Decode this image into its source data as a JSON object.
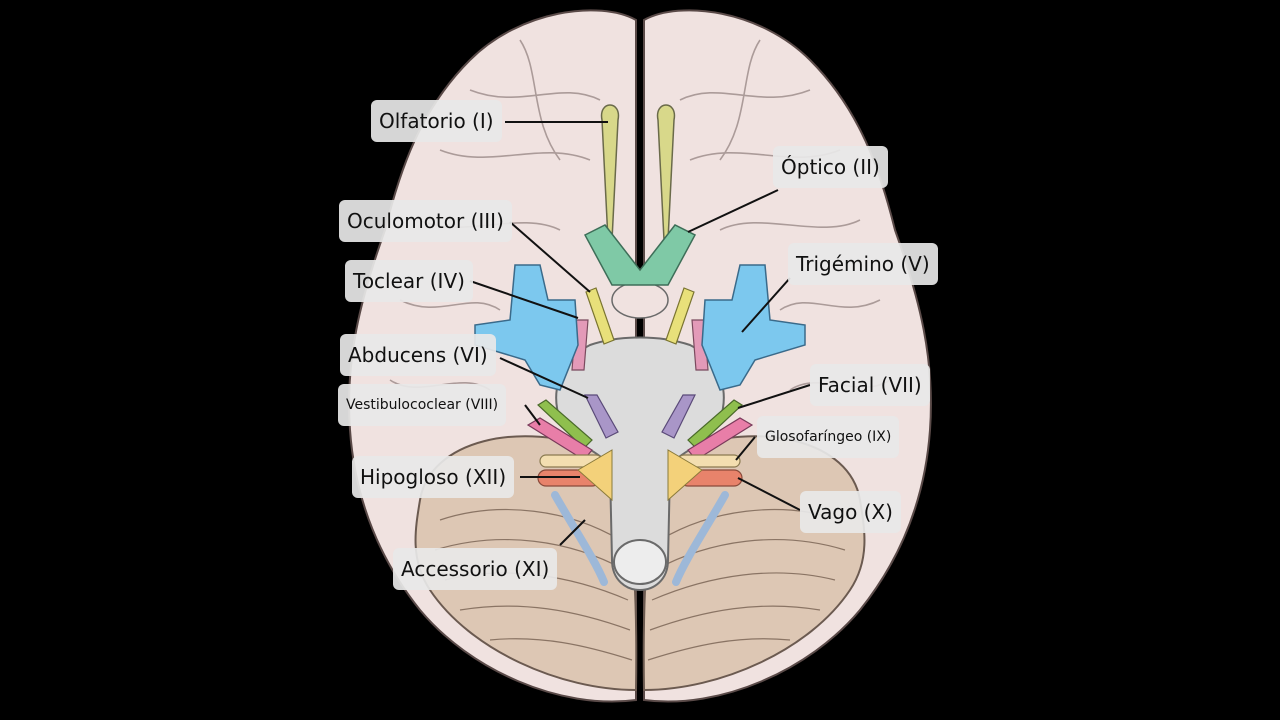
{
  "labels": {
    "olfatorio": "Olfatorio (I)",
    "optico": "Óptico (II)",
    "oculomotor": "Oculomotor (III)",
    "toclear": "Toclear (IV)",
    "trigemino": "Trigémino (V)",
    "abducens": "Abducens (VI)",
    "facial": "Facial (VII)",
    "vestibulococlear": "Vestibulococlear (VIII)",
    "glosofaringeo": "Glosofaríngeo (IX)",
    "hipogloso": "Hipogloso (XII)",
    "vago": "Vago (X)",
    "accessorio": "Accessorio (XI)"
  },
  "colors": {
    "background": "#000000",
    "brain": "#f0e2e0",
    "brain_outline": "#5a4a48",
    "cerebellum": "#ddc7b4",
    "brainstem": "#dcdcdc",
    "olfactory": "#d8d88a",
    "optic": "#7fc9a6",
    "oculomotor": "#e8e07a",
    "trochlear": "#e39ab8",
    "trigeminal": "#7cc8ee",
    "abducens": "#a996c8",
    "facial": "#8fbf4e",
    "vestibulocochlear": "#e87ea8",
    "glossopharyngeal": "#f3deb0",
    "vagus": "#e8836b",
    "accessory": "#9db8d8",
    "label_bg": "#e8e8e8"
  }
}
